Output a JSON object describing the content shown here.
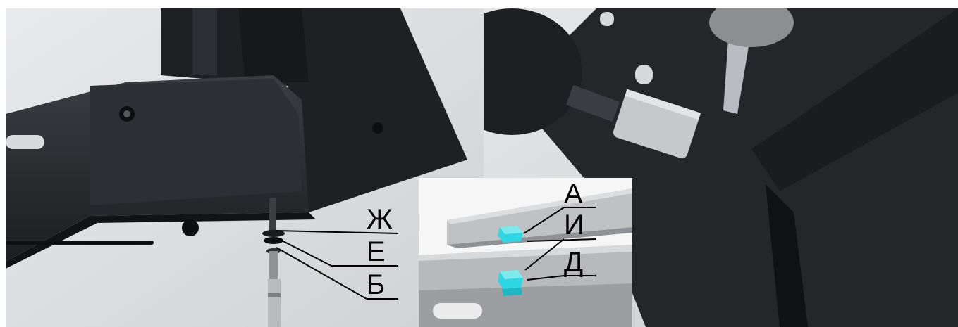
{
  "labels": {
    "zh": "Ж",
    "e": "Е",
    "b": "Б",
    "a": "А",
    "i": "И",
    "d": "Д"
  },
  "colors": {
    "background": "#ffffff",
    "metal_dark": "#1f2124",
    "metal_mid": "#33363a",
    "inset_bolt": "#2fd6e3",
    "label_text": "#000000"
  },
  "icons": {
    "left_photo": "bracket-screw-assembly-photo",
    "right_photo": "socket-wrench-tightening-photo",
    "inset": "bolt-diagram-3d"
  }
}
